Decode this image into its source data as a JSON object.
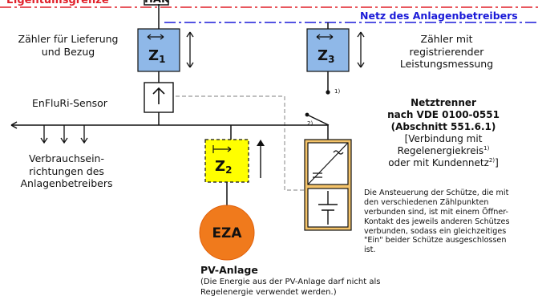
{
  "boundary_label": "Eigentumsgrenze",
  "connection_box": "HAK",
  "grid_operator_label": "Netz des Anlagenbetreibers",
  "meter_delivery_label": [
    "Zähler für Lieferung",
    "und Bezug"
  ],
  "meter_registered_label": [
    "Zähler mit",
    "registrierender",
    "Leistungsmessung"
  ],
  "sensor_label": "EnFluRi-Sensor",
  "consumers_label": [
    "Verbrauchsein-",
    "richtungen des",
    "Anlagenbetreibers"
  ],
  "disconnector_label": [
    "Netztrenner",
    "nach VDE 0100-0551",
    "(Abschnitt 551.6.1)",
    "[Verbindung mit",
    "Regelenergiekreis",
    "oder mit Kundennetz",
    "]"
  ],
  "disconnector_sup1": "1)",
  "disconnector_sup2": "2)",
  "contactor_note": [
    "Die Ansteuerung der Schütze, die mit",
    "den verschiedenen Zählpunkten",
    "verbunden sind, ist mit einem Öffner-",
    "Kontakt des jeweils anderen Schützes",
    "verbunden, sodass ein gleichzeitiges",
    "\"Ein\" beider Schütze ausgeschlossen",
    "ist."
  ],
  "meter_z1": {
    "letter": "Z",
    "index": "1"
  },
  "meter_z2": {
    "letter": "Z",
    "index": "2"
  },
  "meter_z3": {
    "letter": "Z",
    "index": "3"
  },
  "footnote_1": "1)",
  "footnote_2": "2)",
  "eza_label": "EZA",
  "pv_title": "PV-Anlage",
  "pv_note": [
    "(Die Energie aus der PV-Anlage darf nicht als",
    "Regelenergie verwendet werden.)"
  ],
  "colors": {
    "boundary": "#e0202a",
    "operator": "#1a1ad8",
    "meter_fill": "#8fb8e8",
    "pv_meter_fill": "#ffff00",
    "eza_fill": "#f07a1c",
    "inverter_fill": "#f5c46a"
  }
}
